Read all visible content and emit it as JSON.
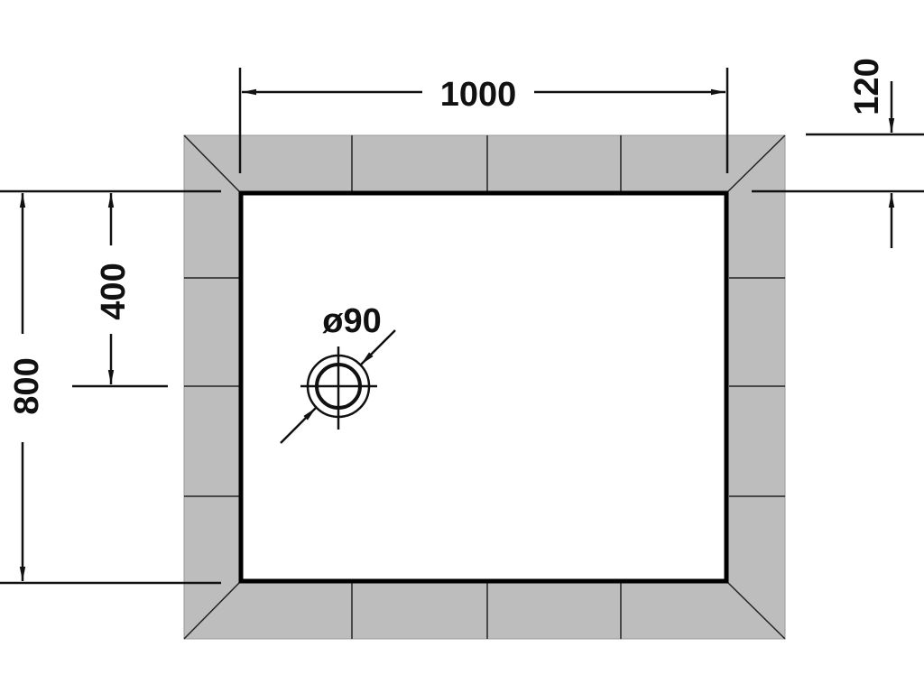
{
  "drawing": {
    "title": "Shower tray plan view",
    "dimensions": {
      "width": "1000",
      "depth": "800",
      "drain_offset": "400",
      "rim_width": "120",
      "drain_diameter": "ø90"
    },
    "colors": {
      "rim": "#bdbdbd",
      "tray": "#ffffff",
      "line": "#111111"
    }
  }
}
